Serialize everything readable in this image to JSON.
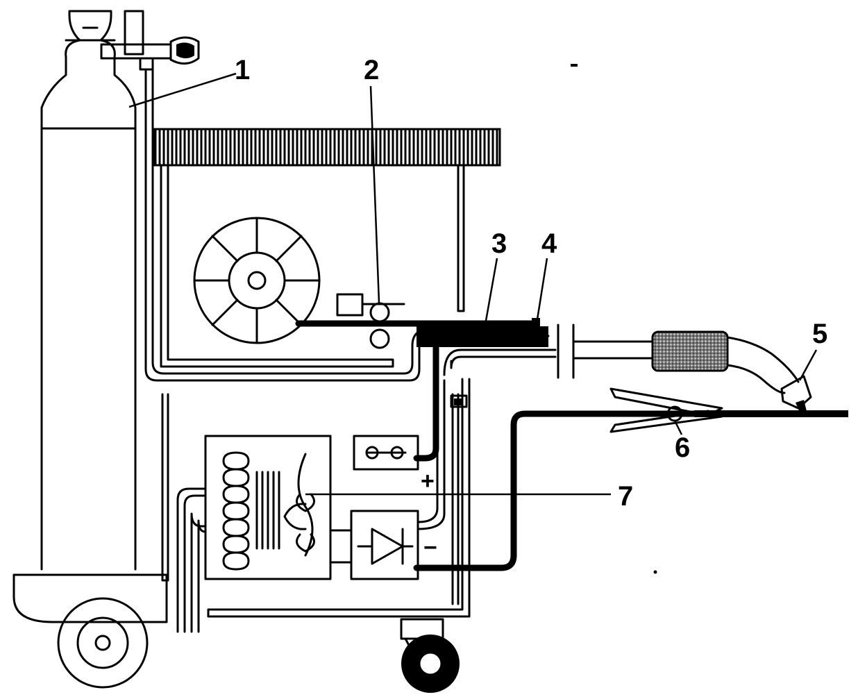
{
  "callouts": [
    {
      "id": "1",
      "label": "1"
    },
    {
      "id": "2",
      "label": "2"
    },
    {
      "id": "3",
      "label": "3"
    },
    {
      "id": "4",
      "label": "4"
    },
    {
      "id": "5",
      "label": "5"
    },
    {
      "id": "6",
      "label": "6"
    },
    {
      "id": "7",
      "label": "7"
    }
  ],
  "polarity": {
    "plus": "+",
    "minus": "−"
  },
  "components": [
    "gas-cylinder",
    "gas-regulator",
    "wire-spool",
    "wire-feed-rollers",
    "wire-conduit",
    "gas-hose",
    "welding-gun",
    "ground-clamp",
    "transformer",
    "rectifier",
    "control-relay",
    "cart-wheel",
    "caster-wheel"
  ]
}
